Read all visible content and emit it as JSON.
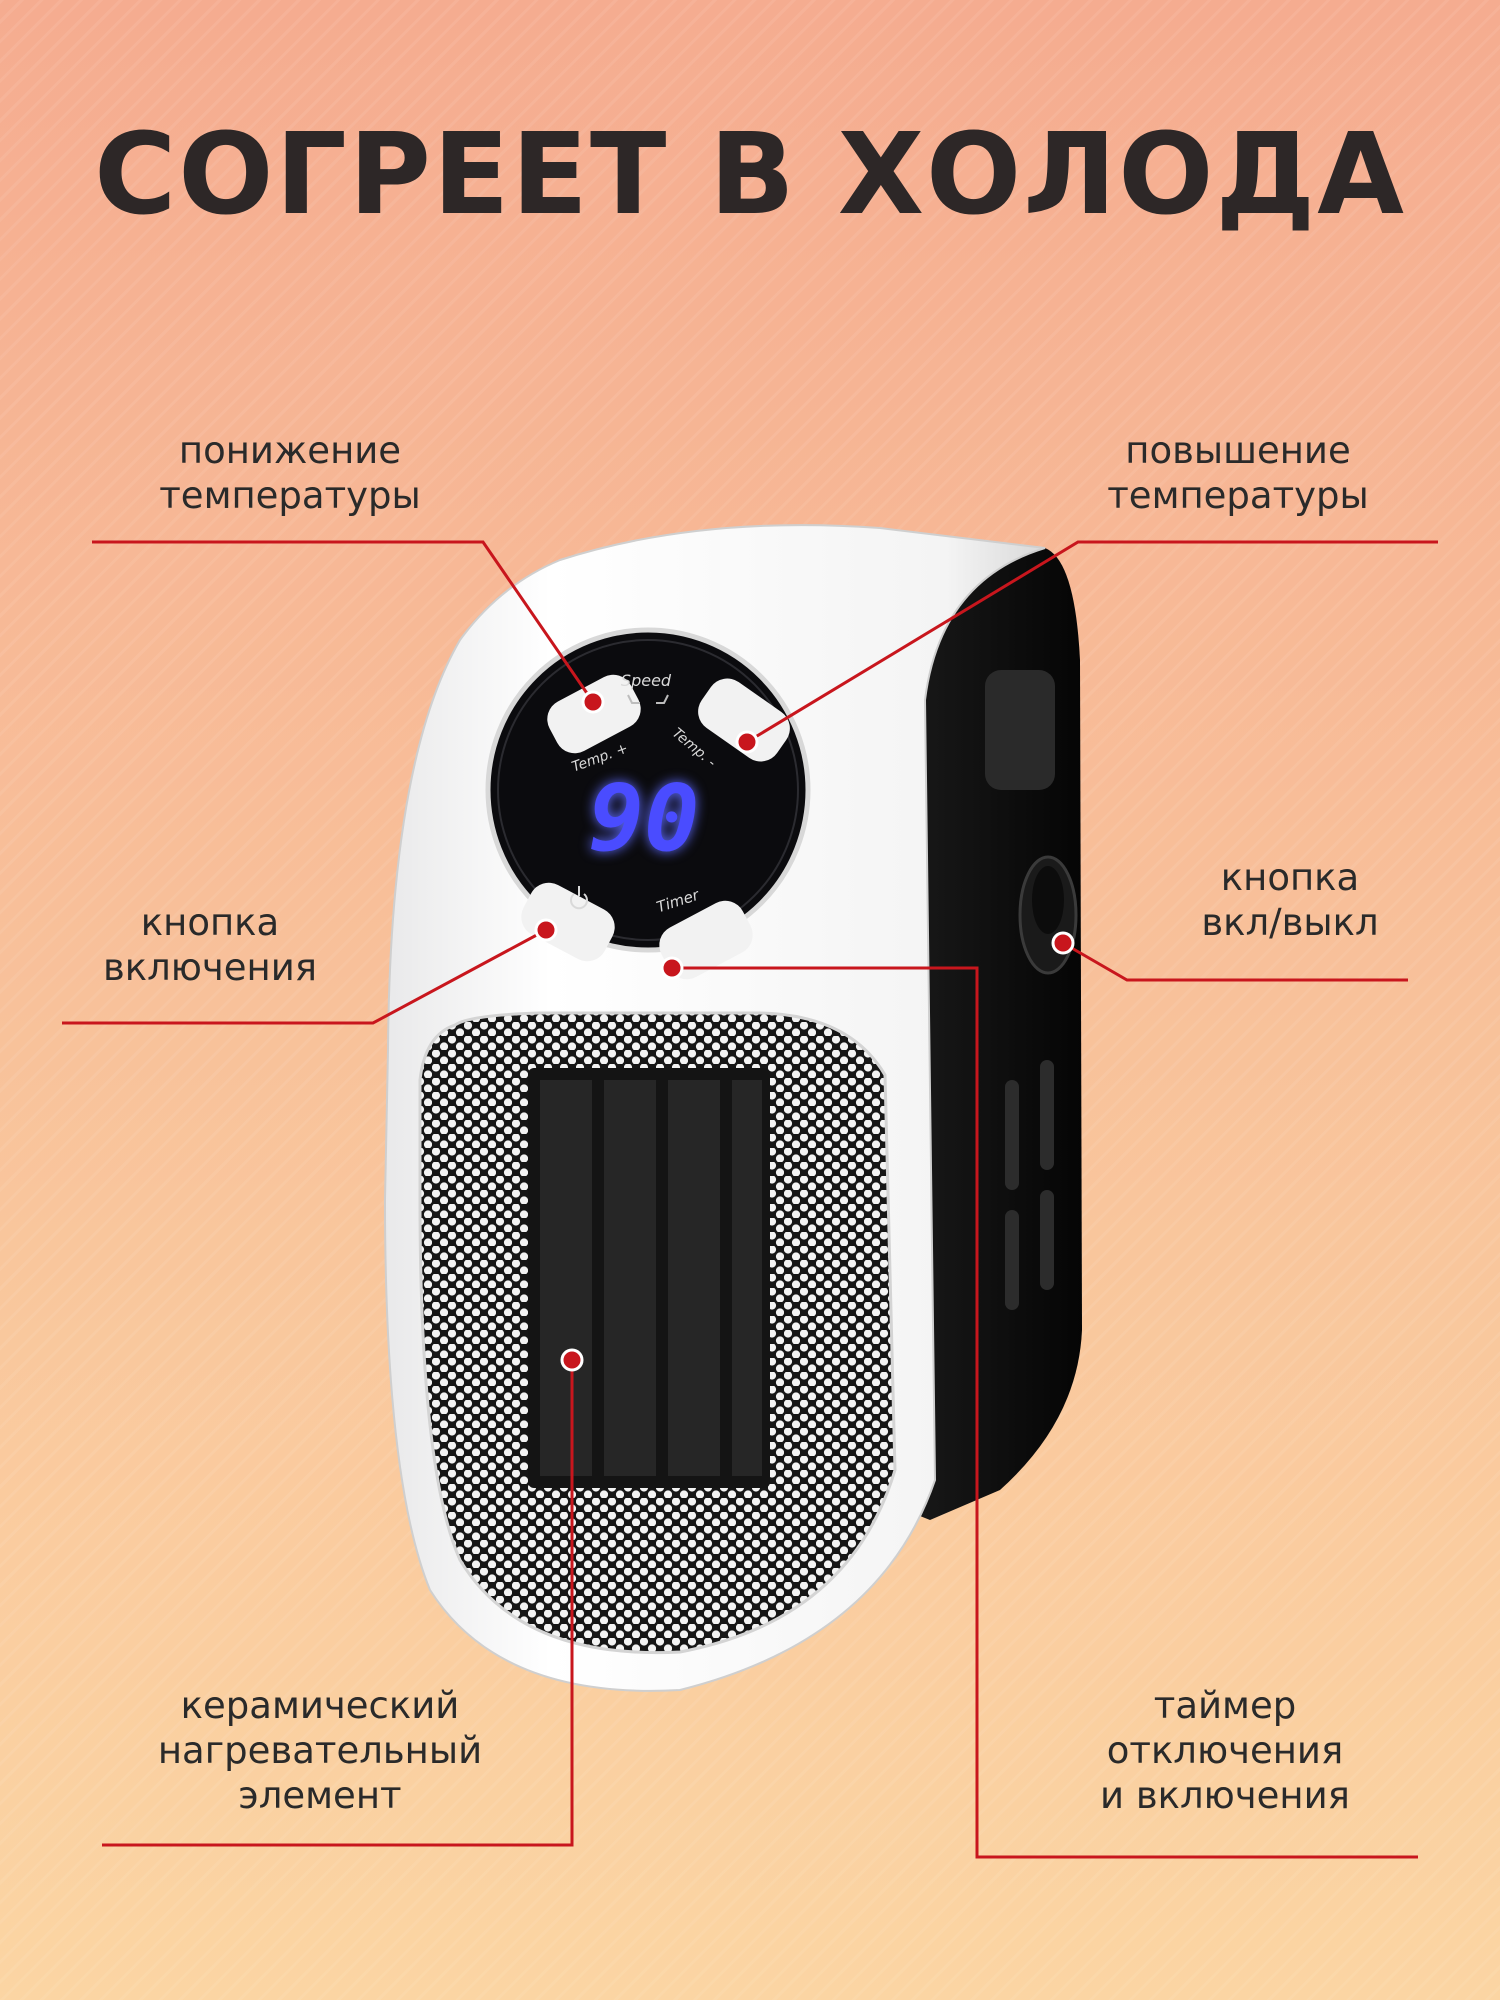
{
  "headline": "СОГРЕЕТ В ХОЛОДА",
  "callouts": {
    "temp_down": [
      "понижение",
      "температуры"
    ],
    "temp_up": [
      "повышение",
      "температуры"
    ],
    "power_button": [
      "кнопка",
      "включения"
    ],
    "onoff_switch": [
      "кнопка",
      "вкл/выкл"
    ],
    "ceramic_element": [
      "керамический",
      "нагревательный",
      "элемент"
    ],
    "timer": [
      "таймер",
      "отключения",
      "и включения"
    ]
  },
  "device": {
    "display_value": "90",
    "button_labels": {
      "speed": "Speed",
      "temp_plus": "Temp. +",
      "temp_minus": "Temp. -",
      "timer": "Timer"
    }
  },
  "colors": {
    "callout_line": "#c8161d",
    "display_digits": "#4a4cff",
    "headline": "#2d2727"
  }
}
